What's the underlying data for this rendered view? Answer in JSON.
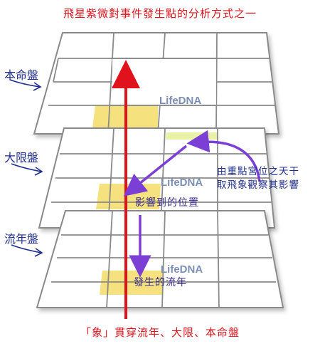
{
  "title": "飛星紫微對事件發生點的分析方式之一",
  "layers": {
    "natal": "本命盤",
    "decade": "大限盤",
    "annual": "流年盤"
  },
  "watermark": "LifeDNA",
  "annotation": {
    "line1": "由重點宮位之天干",
    "line2": "取飛象觀察其影響"
  },
  "captions": {
    "affected_position": "影響到的位置",
    "occurring_year": "發生的流年"
  },
  "footer": "「象」貫穿流年、大限、本命盤",
  "colors": {
    "highlight": "#f5e17e",
    "red_arrow": "#e0121c",
    "purple_arrow": "#7c3fd6",
    "label_blue": "#1f2e8c",
    "title_red": "#d8141c"
  }
}
